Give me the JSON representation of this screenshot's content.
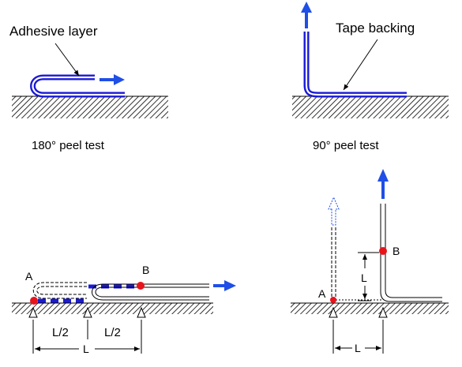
{
  "labels": {
    "adhesive_layer": "Adhesive layer",
    "tape_backing": "Tape backing",
    "peel_180": "180° peel test",
    "peel_90": "90° peel test"
  },
  "bottom_left": {
    "point_a": "A",
    "point_b": "B",
    "half_left": "L/2",
    "half_right": "L/2",
    "length": "L"
  },
  "bottom_right": {
    "point_a": "A",
    "point_b": "B",
    "length_vertical": "L",
    "length_horizontal": "L"
  },
  "colors": {
    "tape_blue": "#1a1ad6",
    "arrow_blue": "#1f4fe6",
    "marker_red": "#e8141c",
    "hatch": "#000000"
  }
}
